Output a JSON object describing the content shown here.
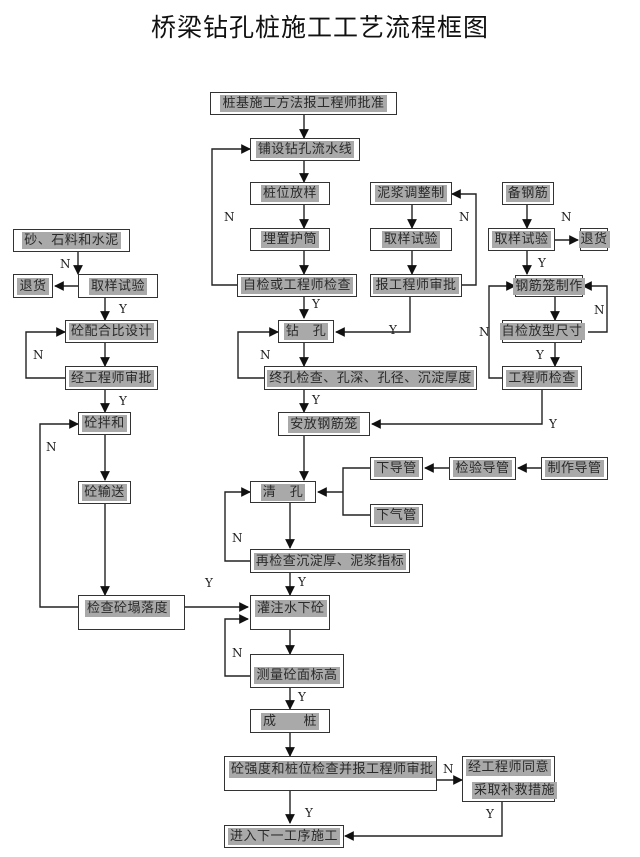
{
  "title": "桥梁钻孔桩施工工艺流程框图",
  "nodes": {
    "approval": "桩基施工方法报工程师批准",
    "layout_line": "铺设钻孔流水线",
    "pile_stakeout": "桩位放样",
    "bury_casing": "埋置护筒",
    "self_check": "自检或工程师检查",
    "mud_adjust": "泥浆调整制",
    "mud_sample": "取样试验",
    "mud_report": "报工程师审批",
    "steel_prepare": "备钢筋",
    "steel_sample": "取样试验",
    "steel_return": "退货",
    "cage_make": "钢筋笼制作",
    "cage_selfcheck": "自检放型尺寸",
    "cage_engineer": "工程师检查",
    "materials": "砂、石料和水泥",
    "mat_return": "退货",
    "mat_sample": "取样试验",
    "mix_design": "砼配合比设计",
    "mix_approval": "经工程师审批",
    "mixing": "砼拌和",
    "transport": "砼输送",
    "slump_check": "检查砼塌落度",
    "drilling": "钻　孔",
    "final_check": "终孔检查、孔深、孔径、沉淀厚度",
    "place_cage": "安放钢筋笼",
    "clean_hole": "清　孔",
    "lower_pipe": "下导管",
    "inspect_pipe": "检验导管",
    "make_pipe": "制作导管",
    "air_pipe": "下气管",
    "recheck": "再检查沉淀厚、泥浆指标",
    "pour": "灌注水下砼",
    "measure": "测量砼面标高",
    "pile_done": "成　　桩",
    "strength_check": "砼强度和桩位检查并报工程师审批",
    "remedy_1": "经工程师同意",
    "remedy_2": "采取补救措施",
    "next_step": "进入下一工序施工"
  },
  "labels": {
    "yes": "Y",
    "no": "N"
  }
}
